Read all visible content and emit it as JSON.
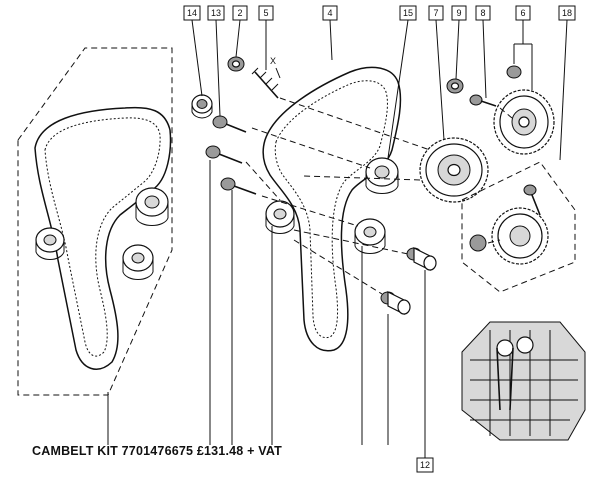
{
  "caption": "CAMBELT KIT 7701476675 £131.48 + VAT",
  "callouts": [
    {
      "id": "14",
      "label": "14"
    },
    {
      "id": "13",
      "label": "13"
    },
    {
      "id": "2",
      "label": "2"
    },
    {
      "id": "5",
      "label": "5"
    },
    {
      "id": "4",
      "label": "4"
    },
    {
      "id": "15",
      "label": "15"
    },
    {
      "id": "7",
      "label": "7"
    },
    {
      "id": "9",
      "label": "9"
    },
    {
      "id": "8",
      "label": "8"
    },
    {
      "id": "6",
      "label": "6"
    },
    {
      "id": "18",
      "label": "18"
    },
    {
      "id": "12",
      "label": "12"
    }
  ],
  "marks": {
    "x_mark": "X"
  }
}
